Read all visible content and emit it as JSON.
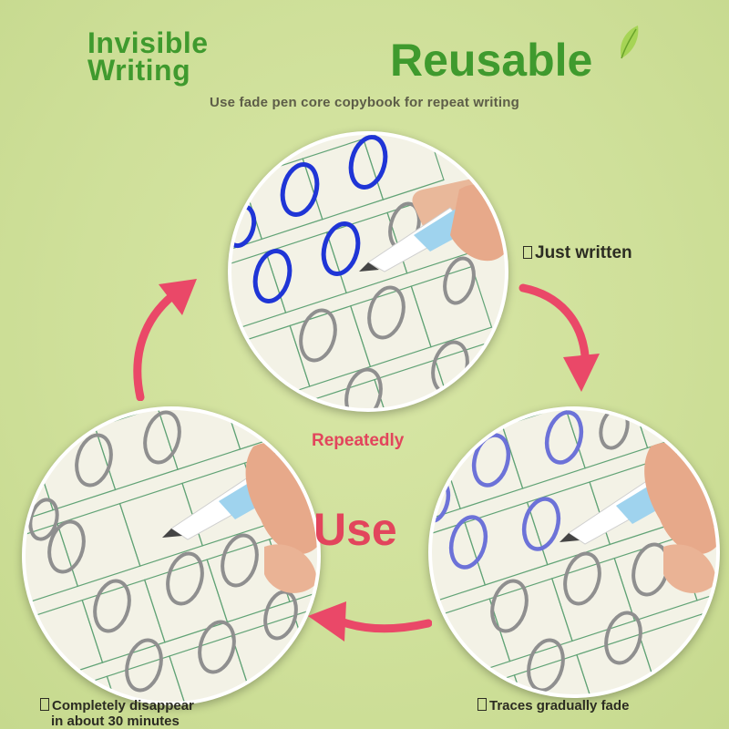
{
  "title": {
    "line1": "Invisible",
    "line2": "Writing",
    "reusable": "Reusable"
  },
  "subtitle": "Use fade pen core copybook for repeat writing",
  "stages": {
    "just_written": "Just written",
    "traces_fade": "Traces gradually fade",
    "disappear_line1": "Completely disappear",
    "disappear_line2": "in about 30 minutes"
  },
  "center": {
    "repeatedly": "Repeatedly",
    "use": "Use"
  },
  "colors": {
    "title_green": "#3f9a2e",
    "accent_red": "#e2455c",
    "ink_blue": "#1f35d6",
    "faded_blue": "#6c72d8",
    "gray_trace": "#8f8f8f",
    "grid_green": "#3d8f5a"
  },
  "icons": [
    "leaf-icon",
    "cycle-arrow",
    "pen"
  ]
}
